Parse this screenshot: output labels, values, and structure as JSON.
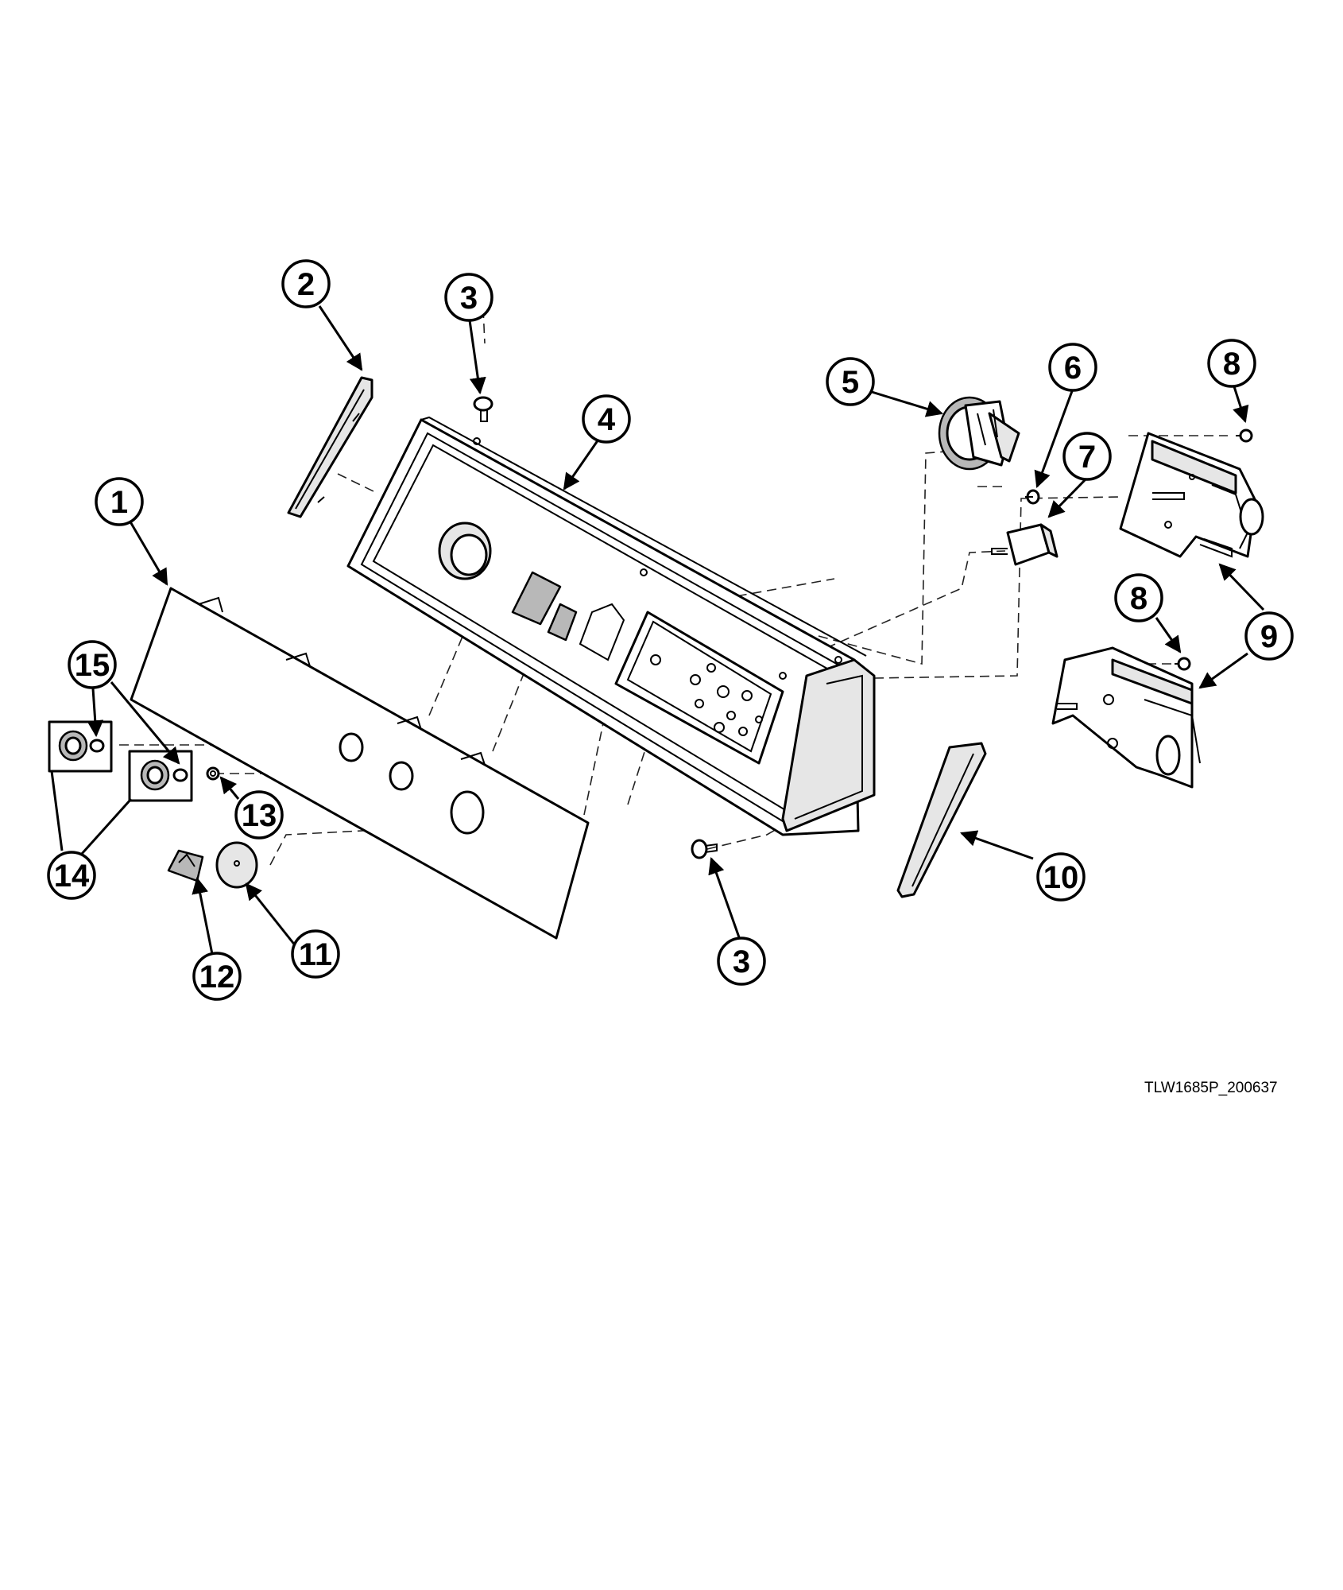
{
  "diagram": {
    "document_code": "TLW1685P_200637",
    "callouts": [
      {
        "id": "c1",
        "label": "1"
      },
      {
        "id": "c2",
        "label": "2"
      },
      {
        "id": "c3a",
        "label": "3"
      },
      {
        "id": "c3b",
        "label": "3"
      },
      {
        "id": "c4",
        "label": "4"
      },
      {
        "id": "c5",
        "label": "5"
      },
      {
        "id": "c6",
        "label": "6"
      },
      {
        "id": "c7",
        "label": "7"
      },
      {
        "id": "c8a",
        "label": "8"
      },
      {
        "id": "c8b",
        "label": "8"
      },
      {
        "id": "c9",
        "label": "9"
      },
      {
        "id": "c10",
        "label": "10"
      },
      {
        "id": "c11",
        "label": "11"
      },
      {
        "id": "c12",
        "label": "12"
      },
      {
        "id": "c13",
        "label": "13"
      },
      {
        "id": "c14",
        "label": "14"
      },
      {
        "id": "c15",
        "label": "15"
      }
    ],
    "colors": {
      "line": "#000000",
      "background": "#ffffff",
      "shade": "#e6e6e6"
    }
  }
}
